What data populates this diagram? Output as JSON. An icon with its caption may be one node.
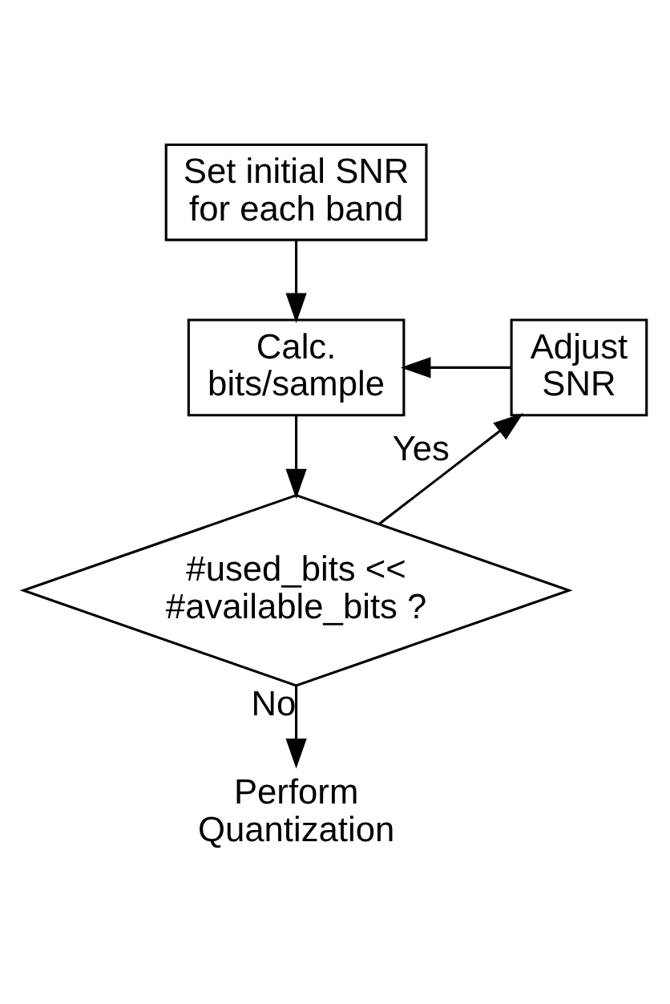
{
  "diagram": {
    "nodes": [
      {
        "text": [
          "Set initial SNR for each band"
        ]
      },
      {
        "text": [
          "Calc. bits/sample"
        ]
      },
      {
        "text": [
          "#used_bits << #available_bits ?"
        ]
      },
      {
        "text": [
          "Adjust SNR"
        ]
      },
      {
        "text": [
          "Perform Quantization"
        ]
      }
    ],
    "edges": [
      {
        "from": 0,
        "to": 1,
        "arrow": "to"
      },
      {
        "from": 1,
        "to": 2,
        "arrow": "to"
      },
      {
        "from": 2,
        "to": 3,
        "arrow": "to",
        "label": "Yes"
      },
      {
        "from": 3,
        "to": 1,
        "arrow": "to"
      },
      {
        "from": 2,
        "to": 4,
        "arrow": "to",
        "label": "No"
      }
    ]
  }
}
